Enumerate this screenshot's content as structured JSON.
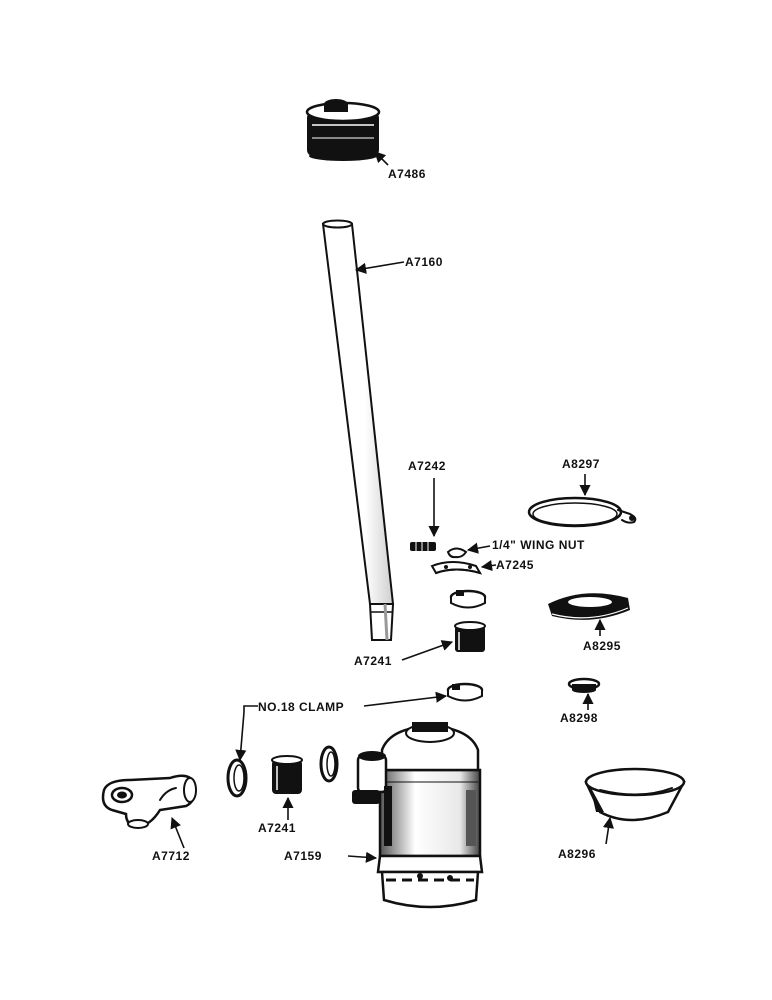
{
  "labels": {
    "a7486": "A7486",
    "a7160": "A7160",
    "a7242": "A7242",
    "a8297": "A8297",
    "wing_nut": "1/4\" WING NUT",
    "a7245": "A7245",
    "a8295": "A8295",
    "a7241_upper": "A7241",
    "no18_clamp": "NO.18 CLAMP",
    "a8298": "A8298",
    "a7241_lower": "A7241",
    "a7712": "A7712",
    "a7159": "A7159",
    "a8296": "A8296"
  },
  "colors": {
    "ink": "#111111",
    "paper": "#ffffff"
  }
}
